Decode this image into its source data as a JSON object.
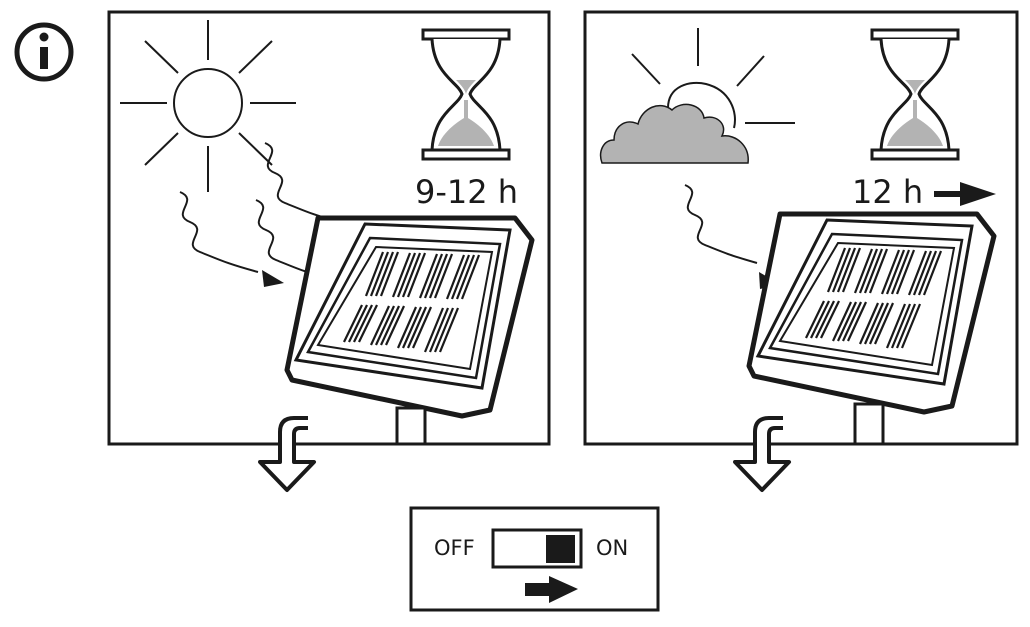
{
  "panels": {
    "full_sun": {
      "charge_time": "9-12 h"
    },
    "cloudy": {
      "charge_time": "12 h"
    }
  },
  "switch": {
    "off_label": "OFF",
    "on_label": "ON",
    "state": "ON"
  },
  "icons": {
    "info": "info-icon",
    "sun": "sun-icon",
    "cloud": "cloud-icon",
    "hourglass": "hourglass-icon",
    "solar_panel": "solar-panel-icon",
    "down_arrow": "down-arrow-icon",
    "right_arrow": "right-arrow-icon"
  },
  "colors": {
    "line": "#1a1a1a",
    "fill_gray": "#b3b3b3"
  }
}
